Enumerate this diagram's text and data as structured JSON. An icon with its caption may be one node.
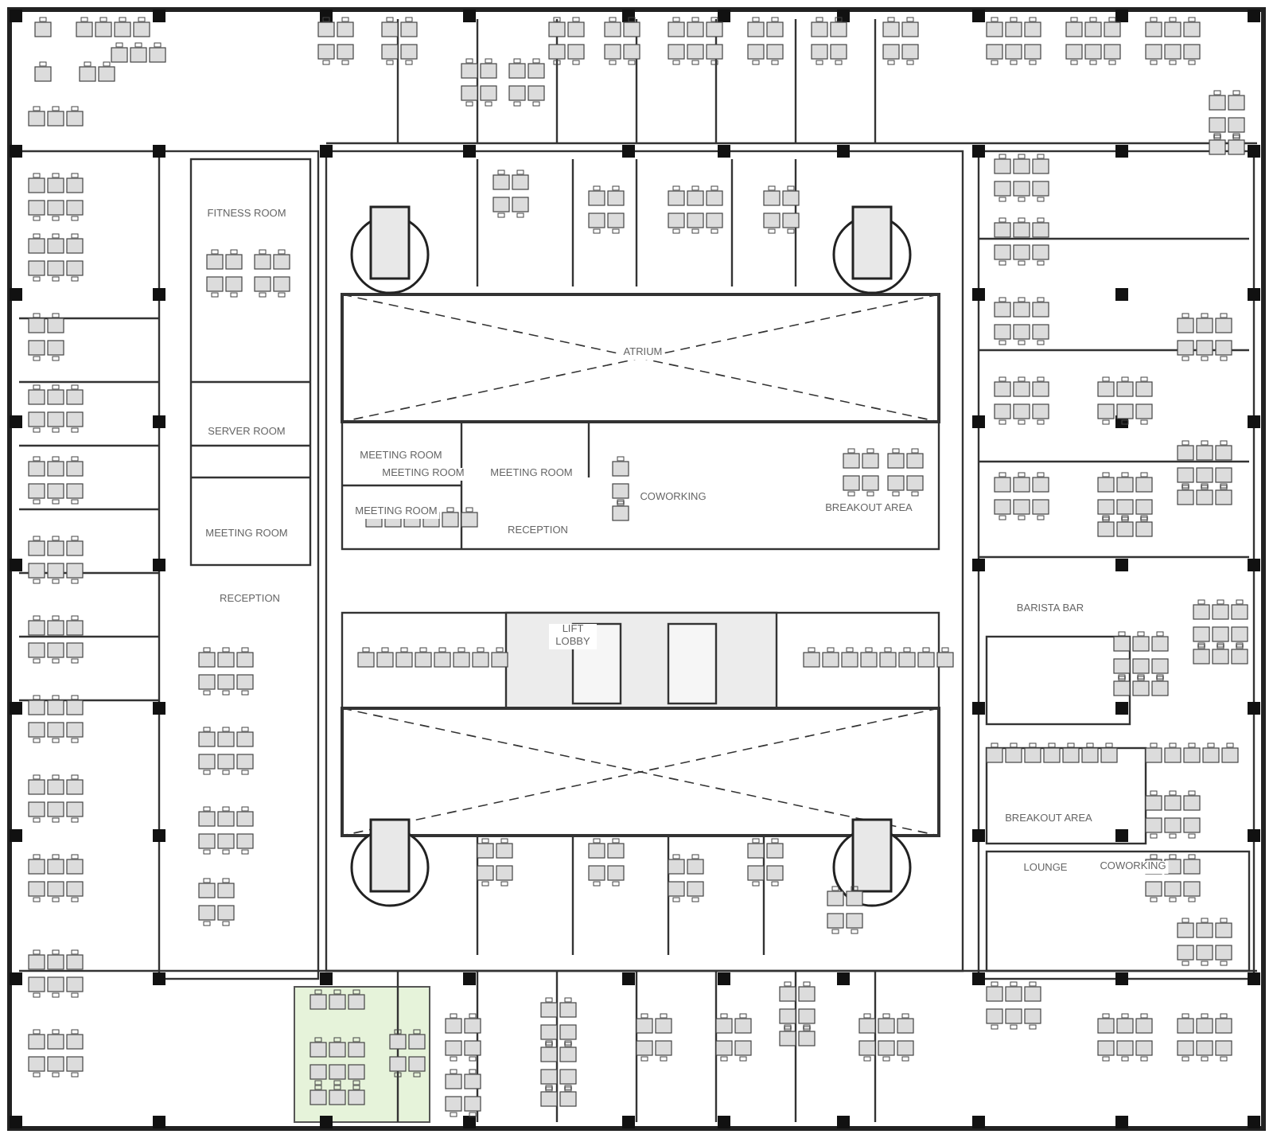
{
  "diagram": {
    "labels": [
      "FITNESS ROOM",
      "SERVER ROOM",
      "MEETING ROOM",
      "RECEPTION",
      "ATRIUM",
      "MEETING ROOM",
      "MEETING ROOM",
      "MEETING ROOM",
      "MEETING ROOM",
      "RECEPTION",
      "COWORKING",
      "BREAKOUT AREA",
      "LIFT LOBBY",
      "BARISTA BAR",
      "BREAKOUT AREA",
      "LOUNGE",
      "COWORKING"
    ]
  }
}
